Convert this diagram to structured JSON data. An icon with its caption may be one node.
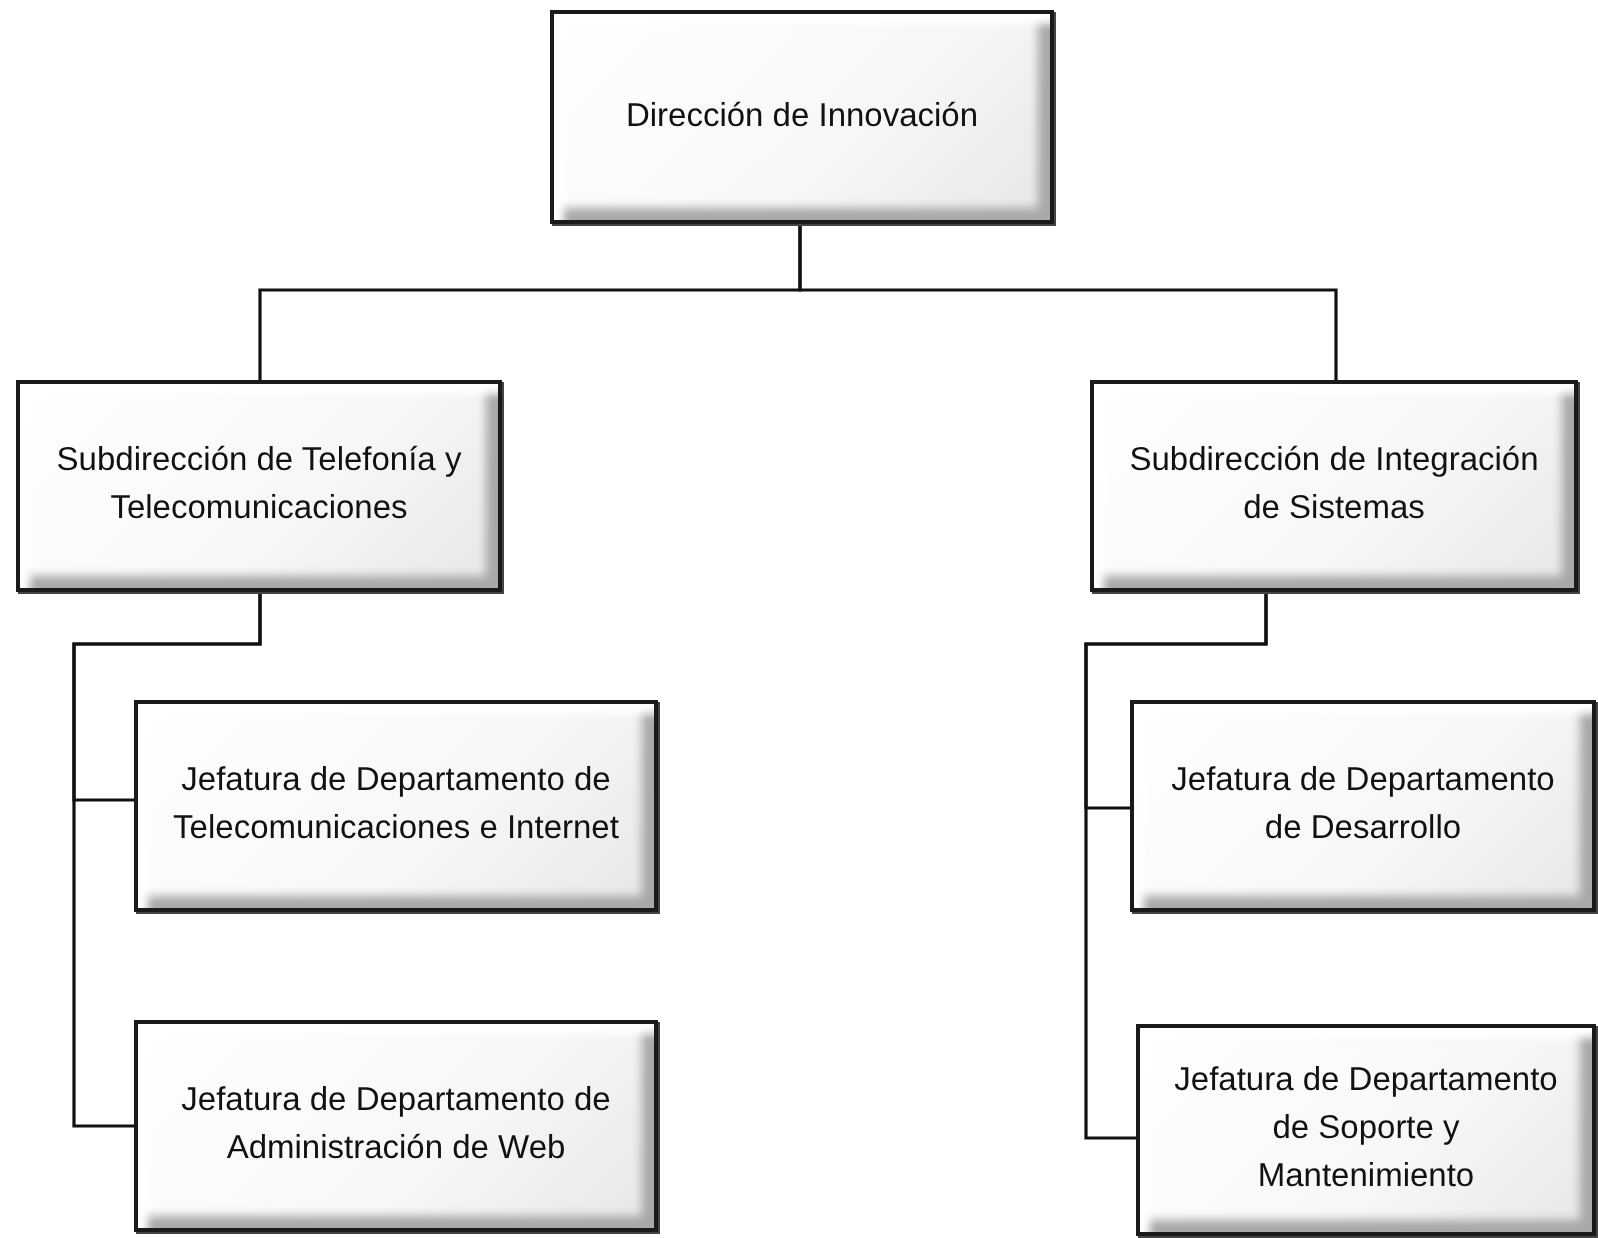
{
  "diagram": {
    "nodes": [
      {
        "text": [
          "Dirección de Innovación"
        ]
      },
      {
        "text": [
          "Subdirección de Telefonía y Telecomunicaciones"
        ]
      },
      {
        "text": [
          "Subdirección de Integración de Sistemas"
        ]
      },
      {
        "text": [
          "Jefatura de Departamento de Telecomunicaciones e Internet"
        ]
      },
      {
        "text": [
          "Jefatura de Departamento de Administración de Web"
        ]
      },
      {
        "text": [
          "Jefatura de Departamento de Desarrollo"
        ]
      },
      {
        "text": [
          "Jefatura de Departamento de Soporte y Mantenimiento"
        ]
      }
    ],
    "edges": [
      {
        "from": 0,
        "to": 1,
        "arrow": "none"
      },
      {
        "from": 0,
        "to": 2,
        "arrow": "none"
      },
      {
        "from": 1,
        "to": 3,
        "arrow": "none"
      },
      {
        "from": 1,
        "to": 4,
        "arrow": "none"
      },
      {
        "from": 2,
        "to": 5,
        "arrow": "none"
      },
      {
        "from": 2,
        "to": 6,
        "arrow": "none"
      }
    ]
  }
}
